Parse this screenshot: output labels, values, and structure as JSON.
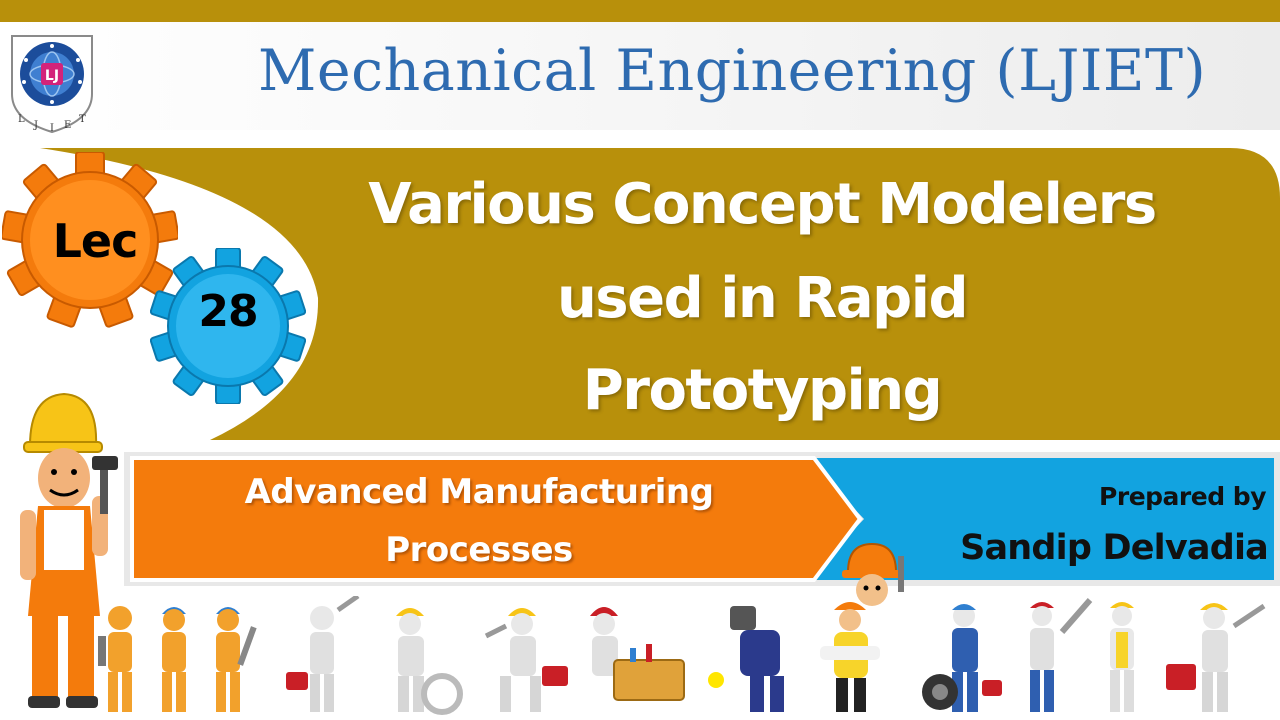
{
  "header": {
    "title": "Mechanical Engineering (LJIET)",
    "logo_letters": [
      "L",
      "J",
      "I",
      "E",
      "T"
    ]
  },
  "lecture": {
    "label": "Lec",
    "number": "28"
  },
  "title": {
    "line1": "Various Concept Modelers",
    "line2": "used in Rapid",
    "line3": "Prototyping"
  },
  "subject": {
    "line1": "Advanced Manufacturing",
    "line2": "Processes"
  },
  "author": {
    "label": "Prepared by",
    "name": "Sandip Delvadia"
  },
  "colors": {
    "gold": "#b8900b",
    "orange": "#f47b0c",
    "blue": "#12a3e0",
    "header_text": "#2e6bb0"
  },
  "icons": [
    "ljiet-logo-icon",
    "gear-icon",
    "engineer-mascot-icon",
    "worker-figure-icon"
  ]
}
